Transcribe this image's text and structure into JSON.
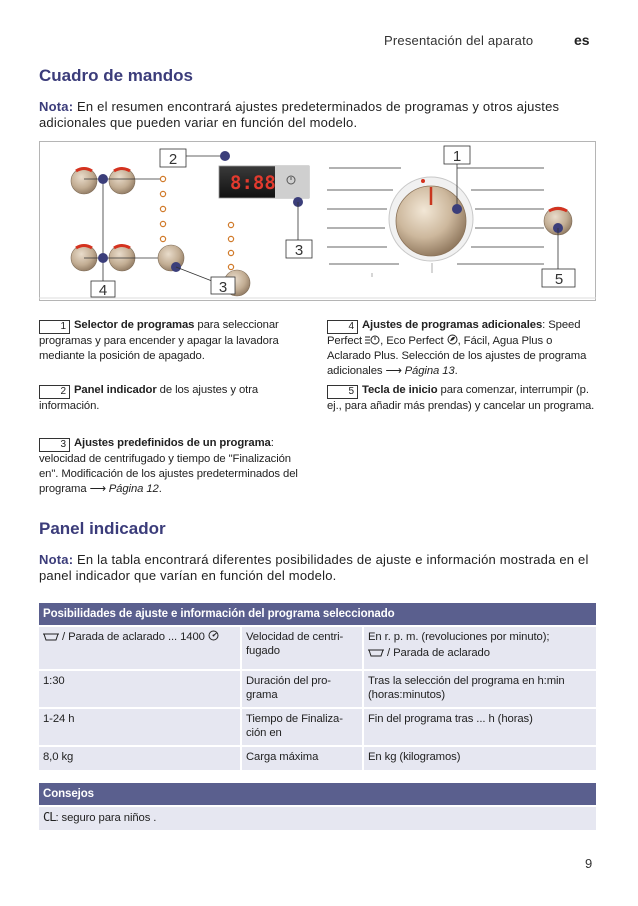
{
  "header": {
    "section_title": "Presentación del aparato",
    "lang": "es"
  },
  "control_panel": {
    "title": "Cuadro de mandos",
    "note_label": "Nota:",
    "note_text": " En el resumen encontrará ajustes predeterminados de programas y otros ajustes adicionales que pueden variar en función del modelo.",
    "display_text": "8:88",
    "callouts": [
      "1",
      "2",
      "3",
      "3",
      "4",
      "5"
    ]
  },
  "legend": [
    {
      "num": "1",
      "title": "Selector de programas",
      "text": " para seleccionar programas y para encender y apagar la lavadora mediante la posición de apagado."
    },
    {
      "num": "2",
      "title": "Panel indicador",
      "text": " de los ajustes y otra información."
    },
    {
      "num": "3",
      "title": "Ajustes predefinidos de un programa",
      "text_a": ": velocidad de centrifugado y tiempo de \"Finalización en\". Modificación de los ajustes predeterminados del programa ",
      "arrow": "⟶",
      "page_ref": "Página 12",
      "end": "."
    },
    {
      "num": "4",
      "title": "Ajustes de programas adicionales",
      "text_a": ": Speed Perfect ",
      "text_b": ", Eco Perfect ",
      "text_c": ", Fácil, Agua Plus o Aclarado Plus. Selección de los ajustes de programa adicionales ",
      "arrow": "⟶",
      "page_ref": "Página 13",
      "end": "."
    },
    {
      "num": "5",
      "title": "Tecla de inicio",
      "text": " para comenzar, interrumpir (p. ej., para añadir más prendas) y cancelar un programa."
    }
  ],
  "display_panel": {
    "title": "Panel indicador",
    "note_label": "Nota:",
    "note_text": " En la tabla encontrará diferentes posibilidades de ajuste e información mostrada en el panel indicador que varían en función del modelo."
  },
  "table": {
    "header": "Posibilidades de ajuste e información del programa seleccionado",
    "rows": [
      {
        "c1": " / Parada de aclarado ... 1400 ",
        "c2": " Velocidad de centri-fugado",
        "c3a": "En r. p. m. (revoluciones por minuto);",
        "c3b": " / Parada de aclarado"
      },
      {
        "c1": "1:30",
        "c2": "Duración del pro-grama",
        "c3a": "Tras la selección del programa en h:min (horas:minutos)",
        "c3b": ""
      },
      {
        "c1": "1-24 h",
        "c2": "Tiempo de Finaliza-ción en",
        "c3a": "Fin del programa tras ... h (horas)",
        "c3b": ""
      },
      {
        "c1": "8,0 kg",
        "c2": "Carga máxima",
        "c3a": "En kg (kilogramos)",
        "c3b": ""
      }
    ]
  },
  "tips": {
    "header": "Consejos",
    "code": "CL",
    "text": ": seguro para niños ."
  },
  "page_number": "9"
}
